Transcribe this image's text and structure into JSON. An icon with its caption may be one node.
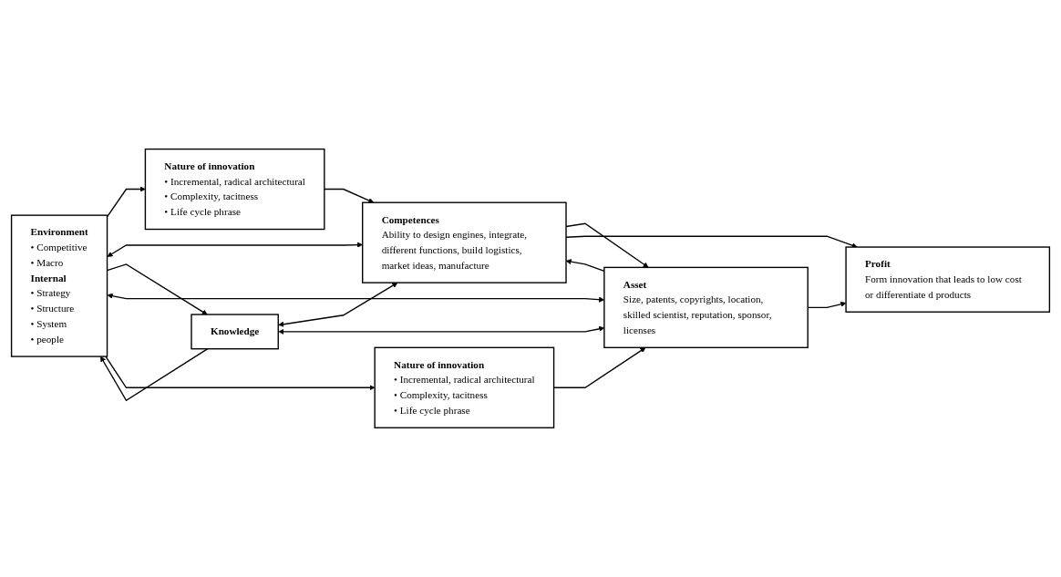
{
  "diagram": {
    "nodes": [
      {
        "text": [
          "Nature of innovation",
          "• Incremental, radical architectural",
          "• Complexity, tacitness",
          "• Life cycle phrase"
        ]
      },
      {
        "text": [
          "Competences",
          "Ability to design engines, integrate, different functions, build logistics, market ideas, manufacture"
        ]
      },
      {
        "text": [
          "Environment",
          "• Competitive",
          "• Macro",
          "Internal",
          "• Strategy",
          "• Structure",
          "• System",
          "• people"
        ]
      },
      {
        "text": [
          "Knowledge"
        ]
      },
      {
        "text": [
          "Profit",
          "Form innovation that leads to low cost or differentiate d products"
        ]
      },
      {
        "text": [
          "Asset",
          "Size, patents, copyrights, location, skilled scientist, reputation, sponsor, licenses"
        ]
      },
      {
        "text": [
          "Nature of innovation",
          "• Incremental, radical architectural",
          "• Complexity, tacitness",
          "• Life cycle phrase"
        ]
      }
    ],
    "edges": [
      {
        "from": 2,
        "to": 0,
        "arrow": "to"
      },
      {
        "from": 0,
        "to": 1,
        "arrow": "to"
      },
      {
        "from": 2,
        "to": 1,
        "arrow": "both"
      },
      {
        "from": 3,
        "to": 2,
        "arrow": "to"
      },
      {
        "from": 3,
        "to": 1,
        "arrow": "both"
      },
      {
        "from": 2,
        "to": 3,
        "arrow": "to"
      },
      {
        "from": 3,
        "to": 5,
        "arrow": "both"
      },
      {
        "from": 2,
        "to": 5,
        "arrow": "both"
      },
      {
        "from": 2,
        "to": 6,
        "arrow": "to"
      },
      {
        "from": 6,
        "to": 5,
        "arrow": "to"
      },
      {
        "from": 5,
        "to": 1,
        "arrow": "to"
      },
      {
        "from": 1,
        "to": 5,
        "arrow": "to"
      },
      {
        "from": 1,
        "to": 4,
        "arrow": "to"
      },
      {
        "from": 5,
        "to": 4,
        "arrow": "to"
      }
    ]
  }
}
